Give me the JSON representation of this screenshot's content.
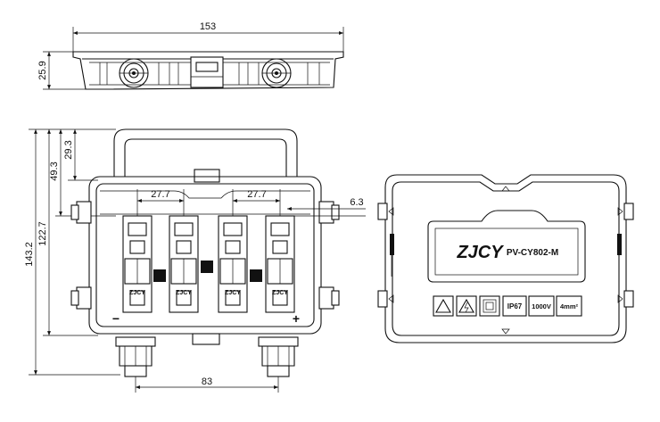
{
  "dimensions": {
    "top_width": "153",
    "top_height": "25.9",
    "overall_height": "143.2",
    "body_height": "122.7",
    "handle_height": "49.3",
    "handle_top": "29.3",
    "pitch_left": "27.7",
    "pitch_right": "27.7",
    "pin_offset": "6.3",
    "gland_spacing": "83"
  },
  "front_view": {
    "module_marks": [
      "ZJCY",
      "ZJCY",
      "ZJCY",
      "ZJCY"
    ],
    "minus_sign": "−",
    "plus_sign": "+"
  },
  "cover": {
    "logo": "ZJCY",
    "model": "PV-CY802-M",
    "badges": [
      "IP67",
      "1000V",
      "4mm²"
    ]
  }
}
